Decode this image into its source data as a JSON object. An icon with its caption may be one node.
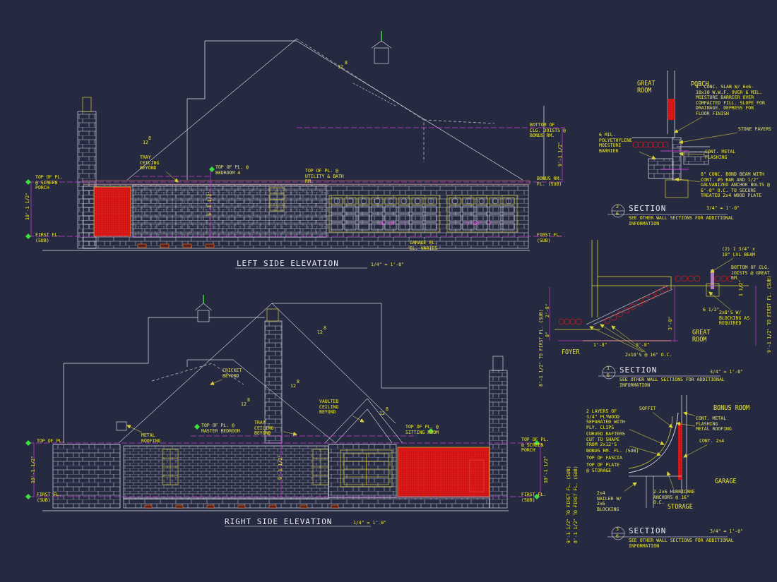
{
  "diagram": {
    "nodes": [
      {
        "text": [
          "TRAY CEILING BEYOND"
        ]
      },
      {
        "text": [
          "4\" CONC. SLAB W/ 6x6-10x10 W.W.F. OVER 6 MIL. MOISTURE BARRIER OVER COMPACTED FILL. SLOPE FOR DRAINAGE. DEPRESS FOR FLOOR FINISH"
        ]
      },
      {
        "text": [
          "STONE PAVERS"
        ]
      },
      {
        "text": [
          "6 MIL. POLYETHYLENE MOISTURE BARRIER"
        ]
      },
      {
        "text": [
          "CONT. METAL FLASHING"
        ]
      },
      {
        "text": [
          "8\" CONC. BOND BEAM WITH CONT. #5 BAR AND 1/2\" GALVANIZED ANCHOR BOLTS @ 6'-0\" O.C. TO SECURE TREATED 2x4 WOOD PLATE"
        ]
      },
      {
        "text": [
          "(2) 1 3/4\" x 18\" LVL BEAM"
        ]
      },
      {
        "text": [
          "2x8'S W/ BLOCKING AS REQUIRED"
        ]
      },
      {
        "text": [
          "2x10'S @ 16\" O.C."
        ]
      },
      {
        "text": [
          "CRICKET BEYOND"
        ]
      },
      {
        "text": [
          "METAL ROOFING"
        ]
      },
      {
        "text": [
          "TRAY CEILING BEYOND"
        ]
      },
      {
        "text": [
          "VAULTED CEILING BEYOND"
        ]
      },
      {
        "text": [
          "CONT. METAL FLASHING"
        ]
      },
      {
        "text": [
          "METAL ROOFING"
        ]
      },
      {
        "text": [
          "SOFFIT"
        ]
      },
      {
        "text": [
          "2 LAYERS OF 3/4\" PLYWOOD SEPARATED WITH PLY. CLIPS"
        ]
      },
      {
        "text": [
          "CURVED RAFTERS CUT TO SHAPE FROM 2x12'S"
        ]
      },
      {
        "text": [
          "CONT. 2x4"
        ]
      },
      {
        "text": [
          "2-2x6 HURRICANE ANCHORS @ 16\" O.C."
        ]
      },
      {
        "text": [
          "2x4 NAILER W/ 2x6 BLOCKING"
        ]
      }
    ],
    "edges": [
      {
        "from": 0,
        "to": null,
        "arrow": "to"
      },
      {
        "from": 1,
        "to": null,
        "arrow": "to"
      },
      {
        "from": 2,
        "to": null,
        "arrow": "to"
      },
      {
        "from": 3,
        "to": null,
        "arrow": "to"
      },
      {
        "from": 4,
        "to": null,
        "arrow": "to"
      },
      {
        "from": 5,
        "to": null,
        "arrow": "to"
      },
      {
        "from": 6,
        "to": null,
        "arrow": "to"
      },
      {
        "from": 7,
        "to": null,
        "arrow": "to"
      },
      {
        "from": 8,
        "to": null,
        "arrow": "to"
      },
      {
        "from": 8,
        "to": null,
        "arrow": "to"
      },
      {
        "from": 8,
        "to": null,
        "arrow": "to"
      },
      {
        "from": 9,
        "to": null,
        "arrow": "to"
      },
      {
        "from": 10,
        "to": null,
        "arrow": "to"
      },
      {
        "from": 11,
        "to": null,
        "arrow": "to"
      },
      {
        "from": 12,
        "to": null,
        "arrow": "to"
      },
      {
        "from": 13,
        "to": null,
        "arrow": "to"
      },
      {
        "from": 14,
        "to": null,
        "arrow": "to"
      },
      {
        "from": 15,
        "to": null,
        "arrow": "to"
      },
      {
        "from": 16,
        "to": null,
        "arrow": "to"
      },
      {
        "from": 17,
        "to": null,
        "arrow": "to"
      },
      {
        "from": 18,
        "to": null,
        "arrow": "to"
      },
      {
        "from": 19,
        "to": null,
        "arrow": "to"
      },
      {
        "from": 20,
        "to": null,
        "arrow": "to"
      }
    ],
    "labels": [
      "8",
      "12",
      "8",
      "12",
      "TOP OF PL. @ SCREEN PORCH",
      "10'-1 1/2\"",
      "FIRST FL. (SUB)",
      "TOP OF PL. @ BEDROOM 4",
      "9'-1 1/2\"",
      "TOP OF PL. @ UTILITY & BATH RM.",
      "BOTTOM OF CLG. JOISTS @ BONUS RM.",
      "9'-1 1/2\"",
      "BONUS RM. FL. (SUB)",
      "16'x8' -1",
      "9'x8' -2",
      "FIRST FL. (SUB)",
      "GARAGE FL. EL. VARIES",
      "LEFT SIDE ELEVATION",
      "1/4\" = 1'-0\"",
      "GREAT ROOM",
      "PORCH",
      "2",
      "6",
      "SECTION",
      "3/4\" = 1'-0\"",
      "SEE OTHER WALL SECTIONS FOR ADDITIONAL INFORMATION",
      "1 1/2\"",
      "BOTTOM OF CLG. JOISTS @ GREAT RM.",
      "6 1/2\"",
      "2'-8\"",
      "8\"",
      "3'-8\"",
      "9'-1 1/2\" TO FIRST FL. (SUB)",
      "GREAT ROOM",
      "1'-8\"",
      "3'-8\"",
      "FOYER",
      "8'-1 1/2\" TO FIRST FL. (SUB)",
      "1",
      "6",
      "SECTION",
      "3/4\" = 1'-0\"",
      "SEE OTHER WALL SECTIONS FOR ADDITIONAL INFORMATION",
      "8",
      "12",
      "8",
      "12",
      "8",
      "12",
      "8",
      "12",
      "TOP OF PL. @ MASTER BEDROOM",
      "TOP OF PL. @ SITTING ROOM",
      "TOP OF PL.",
      "TOP OF PL. @ SCREEN PORCH",
      "10'-1 1/2\"",
      "9'-1 1/2\"",
      "10'-1 1/2\"",
      "FIRST FL. (SUB)",
      "FIRST FL. (SUB)",
      "RIGHT SIDE ELEVATION",
      "1/4\" = 1'-0\"",
      "BONUS ROOM",
      "BONUS RM. FL. (SUB)",
      "TOP OF FASCIA",
      "TOP OF PLATE @ STORAGE",
      "GARAGE",
      "9'-1 1/2\" TO FIRST FL. (SUB)",
      "8'-1 1/2\" TO FIRST FL. (SUB)",
      "STORAGE",
      "3",
      "6",
      "SECTION",
      "3/4\" = 1'-0\"",
      "SEE OTHER WALL SECTIONS FOR ADDITIONAL INFORMATION"
    ]
  }
}
